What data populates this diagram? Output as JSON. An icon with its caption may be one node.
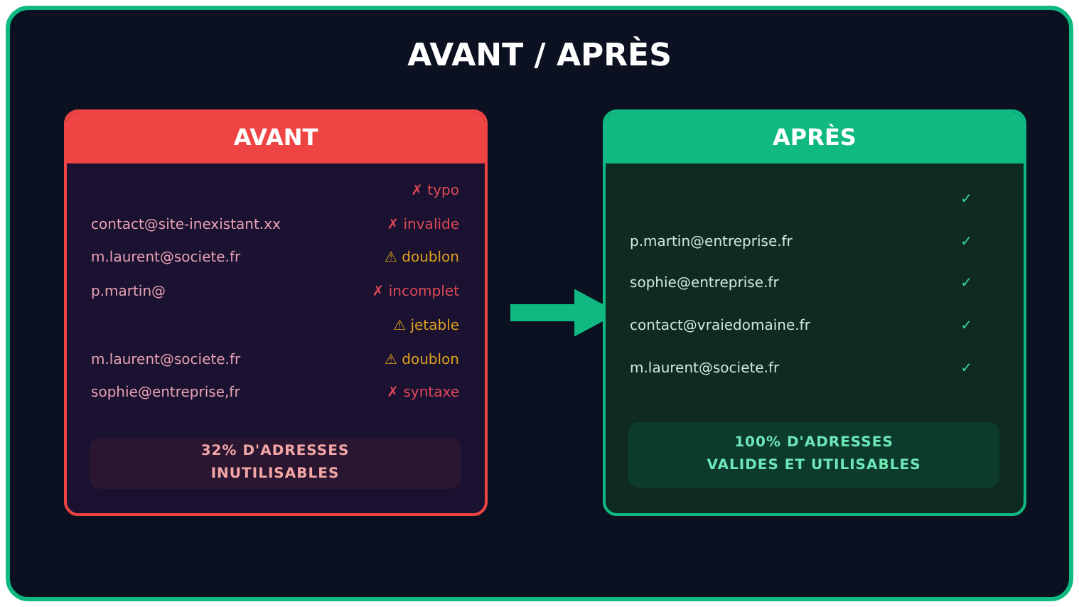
{
  "diagram": {
    "title": "AVANT / APRÈS",
    "nodes": [
      {
        "text": [
          "AVANT"
        ]
      },
      {
        "text": [
          "32% D'ADRESSES INUTILISABLES"
        ],
        "in": 0
      },
      {
        "text": [
          "APRÈS"
        ]
      },
      {
        "text": [
          "100% D'ADRESSES VALIDES ET UTILISABLES"
        ],
        "in": 2
      }
    ],
    "edges": [
      {
        "from": 0,
        "to": 2,
        "arrow": "to"
      }
    ],
    "labels": [
      "✗ typo",
      "contact@site-inexistant.xx",
      "✗ invalide",
      "m.laurent@societe.fr",
      "⚠ doublon",
      "p.martin@",
      "✗ incomplet",
      "⚠ jetable",
      "m.laurent@societe.fr",
      "⚠ doublon",
      "sophie@entreprise,fr",
      "✗ syntaxe",
      "✓",
      "p.martin@entreprise.fr",
      "✓",
      "sophie@entreprise.fr",
      "✓",
      "contact@vraiedomaine.fr",
      "✓",
      "m.laurent@societe.fr",
      "✓"
    ]
  }
}
